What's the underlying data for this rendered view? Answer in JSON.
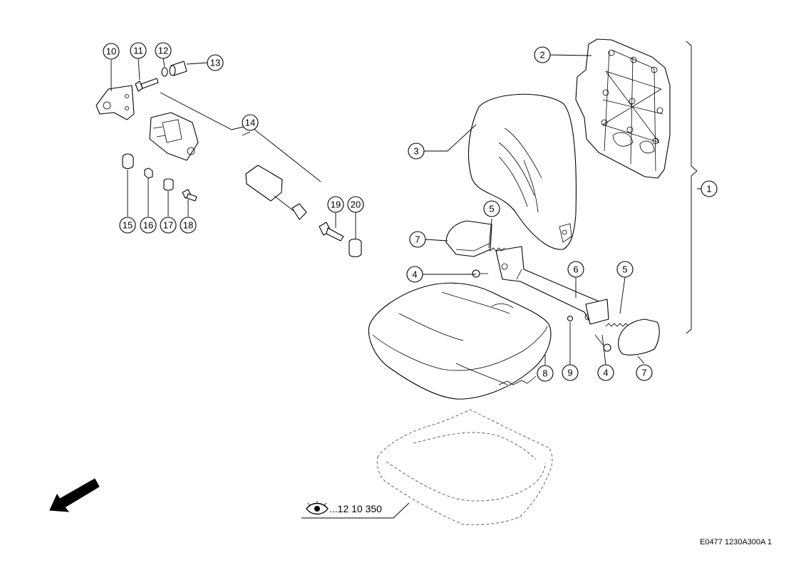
{
  "callouts": [
    "1",
    "2",
    "3",
    "4",
    "5",
    "6",
    "7",
    "8",
    "9",
    "10",
    "11",
    "12",
    "13",
    "14",
    "15",
    "16",
    "17",
    "18",
    "19",
    "20"
  ],
  "reference": {
    "text": "...12 10 350"
  },
  "drawing_code": "E0477 1230A300A 1",
  "colors": {
    "line": "#000000",
    "background": "#ffffff"
  },
  "icons": {
    "reference": "eye-icon",
    "direction": "arrow-icon"
  }
}
